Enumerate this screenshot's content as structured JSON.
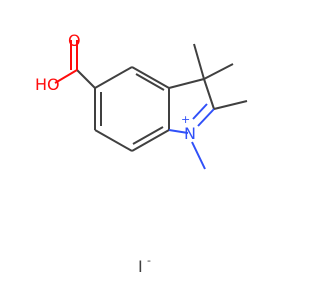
{
  "colors": {
    "carbon_bond": "#404040",
    "oxygen": "#ff0d0d",
    "nitrogen": "#3050f8",
    "iodide": "#404040",
    "background": "#ffffff"
  },
  "labels": {
    "oxygen_carbonyl": "O",
    "hydroxyl": "HO",
    "nitrogen": "N",
    "nitrogen_charge": "+",
    "iodide": "I",
    "iodide_charge": "-"
  }
}
